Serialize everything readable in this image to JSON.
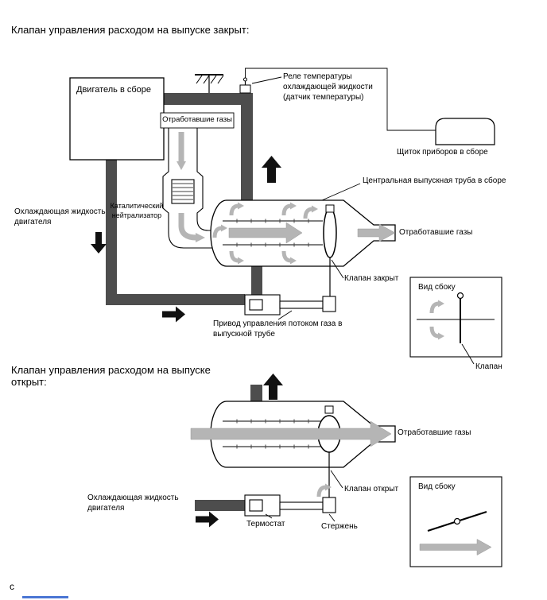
{
  "page": {
    "title_closed": "Клапан управления расходом на выпуске закрыт:",
    "title_open": "Клапан управления расходом на выпуске открыт:",
    "footer_char": "c"
  },
  "closed": {
    "engine": "Двигатель в сборе",
    "exhaust_top": "Отработавшие газы",
    "temp_relay": "Реле температуры охлаждающей жидкости (датчик температуры)",
    "panel": "Щиток приборов в сборе",
    "catalytic": "Каталитический нейтрализатор",
    "coolant": "Охлаждающая жидкость двигателя",
    "center_pipe": "Центральная выпускная труба в сборе",
    "exhaust_out": "Отработавшие газы",
    "valve_closed": "Клапан закрыт",
    "actuator": "Привод управления потоком газа в выпускной трубе",
    "side_view": "Вид сбоку",
    "valve": "Клапан"
  },
  "open": {
    "exhaust_out": "Отработавшие газы",
    "valve_open": "Клапан открыт",
    "coolant": "Охлаждающая жидкость двигателя",
    "thermostat": "Термостат",
    "rod": "Стержень",
    "side_view": "Вид сбоку"
  },
  "colors": {
    "pipe": "#4d4d4d",
    "flow_arrow": "#b5b5b5",
    "black_arrow": "#111111",
    "outline": "#000000",
    "background": "#ffffff"
  }
}
